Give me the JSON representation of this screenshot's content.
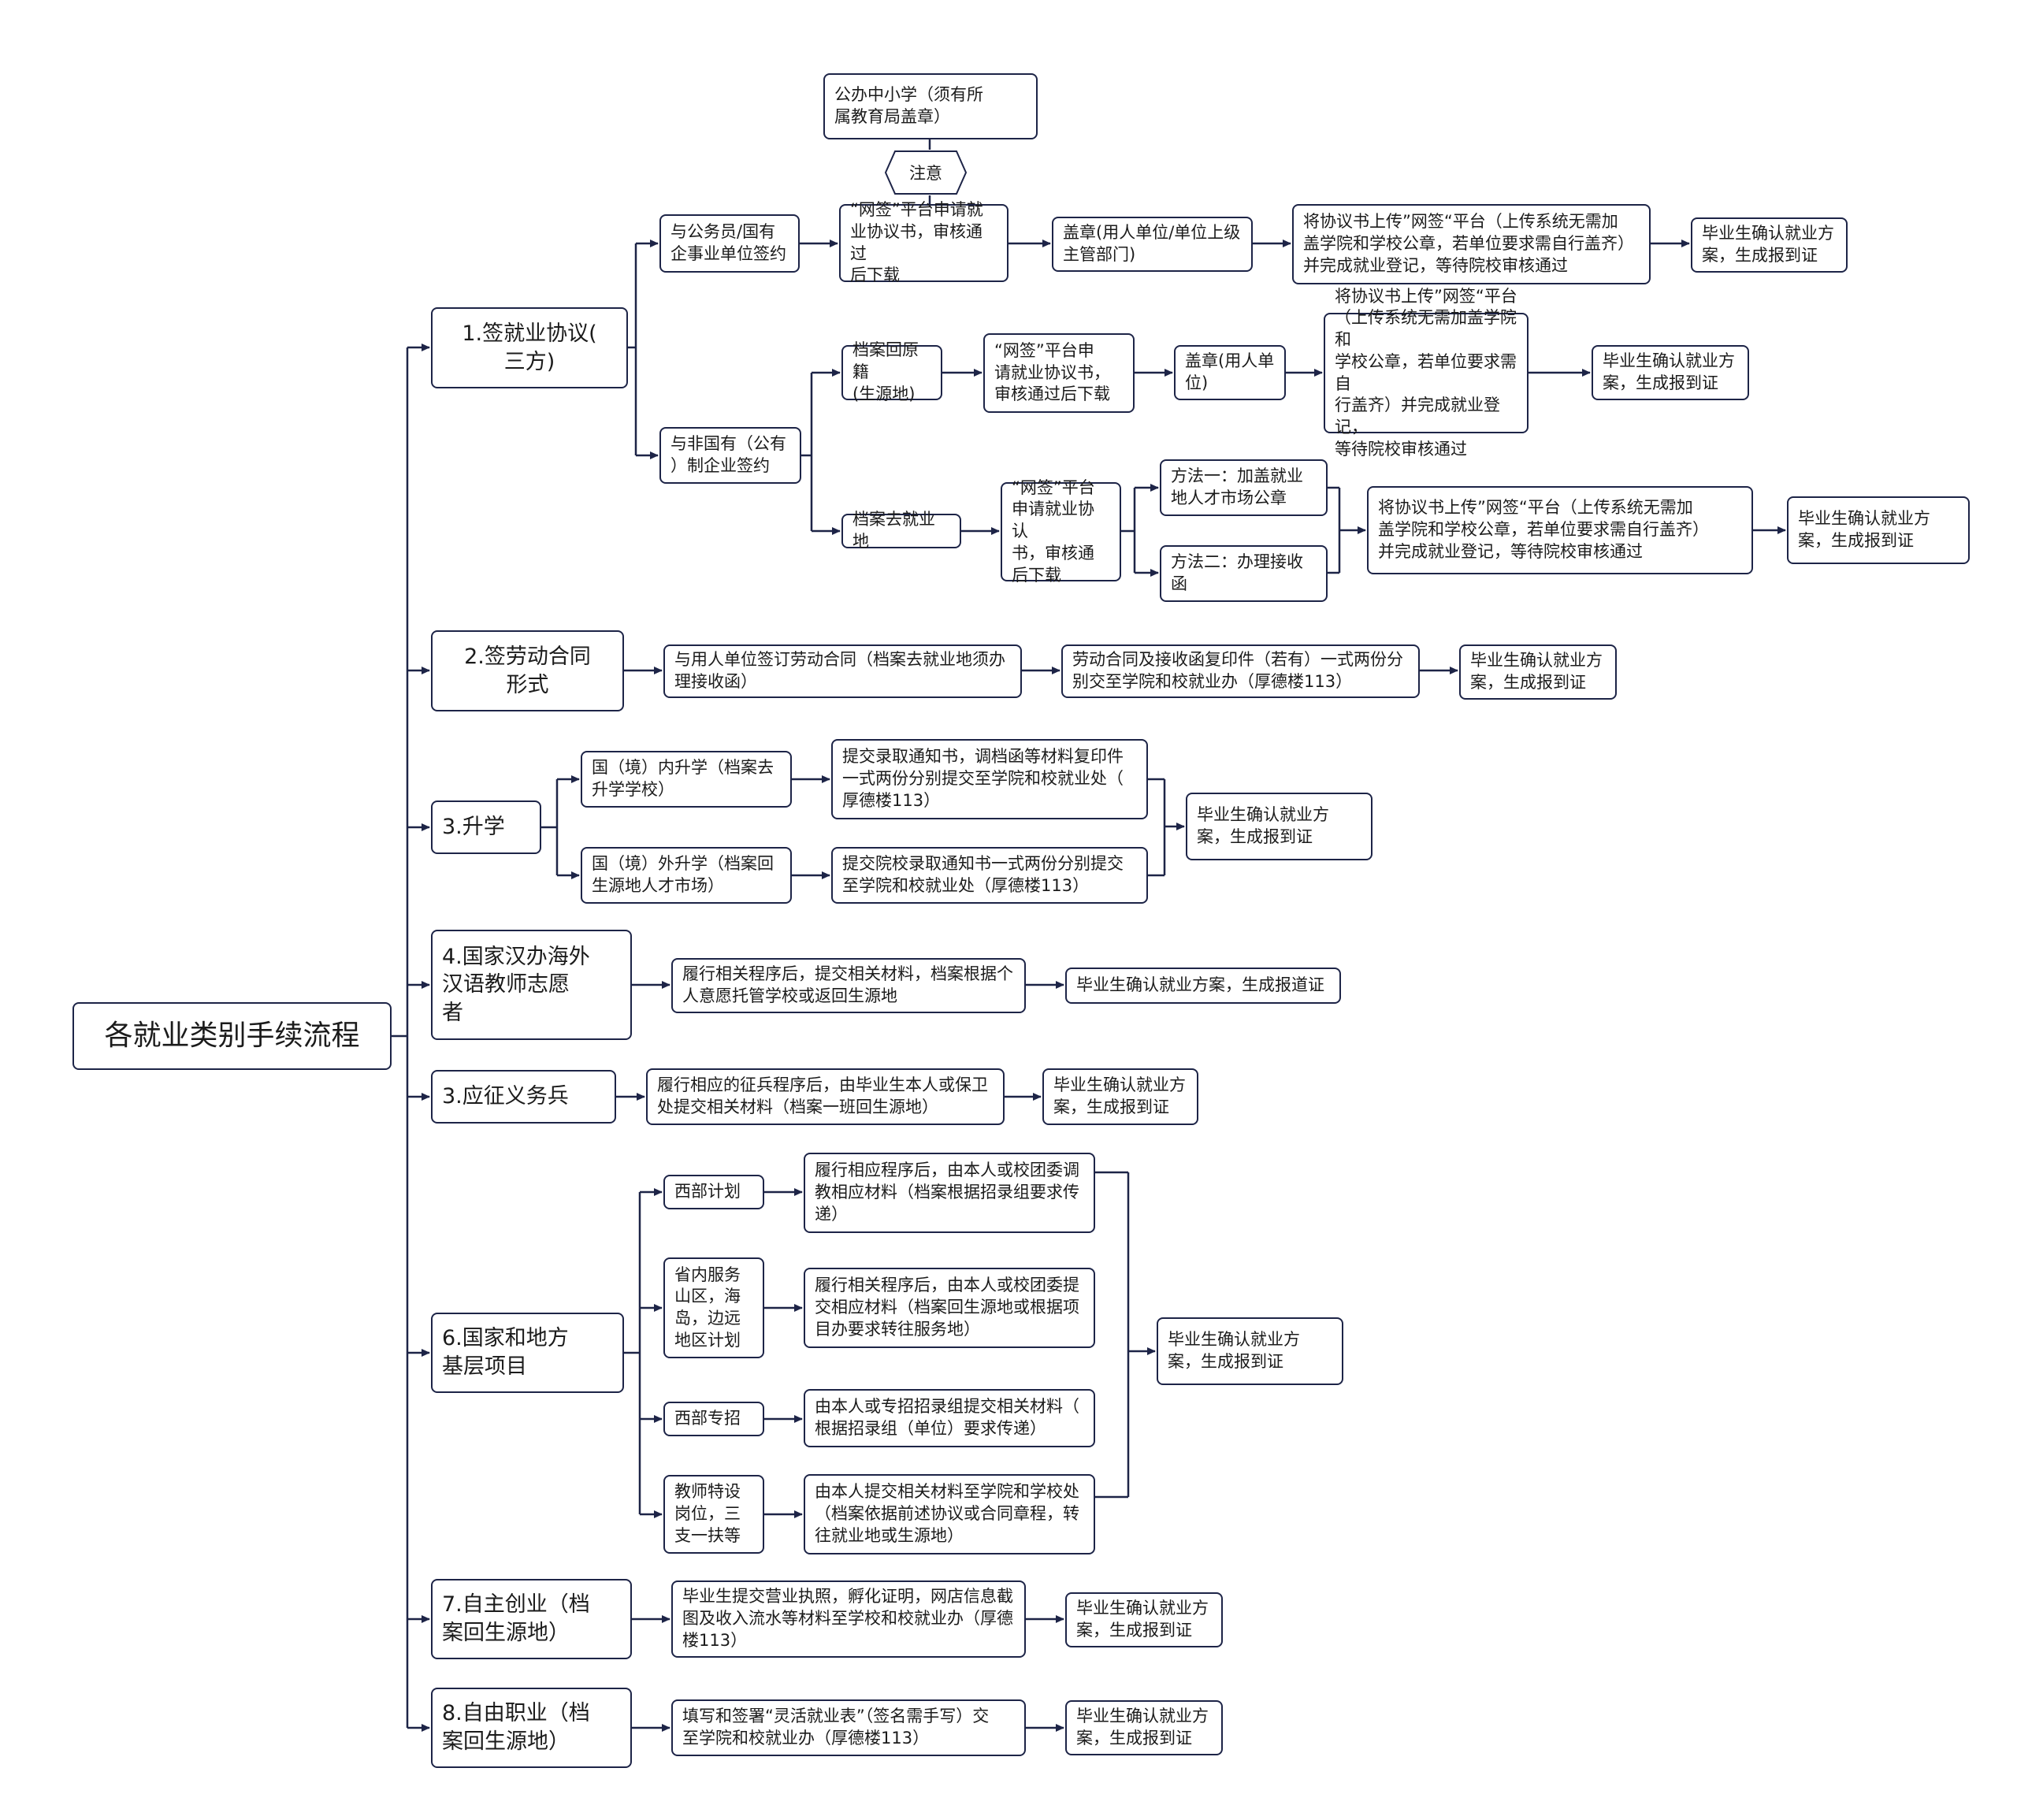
{
  "root": {
    "label": "各就业类别手续流程"
  },
  "nodes": {
    "n1": "1.签就业协议(\n三方)",
    "n1a": "与公务员/国有\n企事业单位签约",
    "n1a1": "“网签”平台申请就\n业协议书，审核通过\n后下载",
    "n1a_note_title": "公办中小学（须有所\n属教育局盖章）",
    "n1a_note_tag": "注意",
    "n1a2": "盖章(用人单位/单位上级\n主管部门)",
    "n1a3": "将协议书上传”网签“平台（上传系统无需加\n盖学院和学校公章，若单位要求需自行盖齐）\n并完成就业登记，等待院校审核通过",
    "n1a4": "毕业生确认就业方\n案，生成报到证",
    "n1b": "与非国有（公有\n）制企业签约",
    "n1b_r": "档案回原籍\n(生源地)",
    "n1b_r1": "“网签”平台申\n请就业协议书，\n审核通过后下载",
    "n1b_r2": "盖章(用人单\n位)",
    "n1b_r3": "将协议书上传”网签“平台\n（上传系统无需加盖学院和\n学校公章，若单位要求需自\n行盖齐）并完成就业登记，\n等待院校审核通过",
    "n1b_r4": "毕业生确认就业方\n案，生成报到证",
    "n1b_w": "档案去就业地",
    "n1b_w1": "“网签”平台\n申请就业协认\n书，审核通\n后下载",
    "n1b_m1": "方法一：加盖就业\n地人才市场公章",
    "n1b_m2": "方法二：办理接收\n函",
    "n1b_w3": "将协议书上传”网签“平台（上传系统无需加\n盖学院和学校公章，若单位要求需自行盖齐）\n并完成就业登记，等待院校审核通过",
    "n1b_w4": "毕业生确认就业方\n案，生成报到证",
    "n2": "2.签劳动合同\n形式",
    "n2a": "与用人单位签订劳动合同（档案去就业地须办\n理接收函）",
    "n2b": "劳动合同及接收函复印件（若有）一式两份分\n别交至学院和校就业办（厚德楼113）",
    "n2c": "毕业生确认就业方\n案，生成报到证",
    "n3": "3.升学",
    "n3a": "国（境）内升学（档案去\n升学学校）",
    "n3a1": "提交录取通知书，调档函等材料复印件\n一式两份分别提交至学院和校就业处（\n厚德楼113）",
    "n3b": "国（境）外升学（档案回\n生源地人才市场）",
    "n3b1": "提交院校录取通知书一式两份分别提交\n至学院和校就业处（厚德楼113）",
    "n3c": "毕业生确认就业方\n案，生成报到证",
    "n4": "4.国家汉办海外\n汉语教师志愿\n者",
    "n4a": "履行相关程序后，提交相关材料，档案根据个\n人意愿托管学校或返回生源地",
    "n4b": "毕业生确认就业方案，生成报道证",
    "n5": "3.应征义务兵",
    "n5a": "履行相应的征兵程序后，由毕业生本人或保卫\n处提交相关材料（档案一班回生源地）",
    "n5b": "毕业生确认就业方\n案，生成报到证",
    "n6": "6.国家和地方\n基层项目",
    "n6a": "西部计划",
    "n6a1": "履行相应程序后，由本人或校团委调\n教相应材料（档案根据招录组要求传\n递）",
    "n6b": "省内服务\n山区，海\n岛，边远\n地区计划",
    "n6b1": "履行相关程序后，由本人或校团委提\n交相应材料（档案回生源地或根据项\n目办要求转往服务地）",
    "n6c": "西部专招",
    "n6c1": "由本人或专招招录组提交相关材料（\n根据招录组（单位）要求传递）",
    "n6d": "教师特设\n岗位，三\n支一扶等",
    "n6d1": "由本人提交相关材料至学院和学校处\n（档案依据前述协议或合同章程，转\n往就业地或生源地）",
    "n6e": "毕业生确认就业方\n案，生成报到证",
    "n7": "7.自主创业（档\n案回生源地）",
    "n7a": "毕业生提交营业执照，孵化证明，网店信息截\n图及收入流水等材料至学校和校就业办（厚德\n楼113）",
    "n7b": "毕业生确认就业方\n案，生成报到证",
    "n8": "8.自由职业（档\n案回生源地）",
    "n8a": "填写和签署“灵活就业表”（签名需手写）交\n至学院和校就业办（厚德楼113）",
    "n8b": "毕业生确认就业方\n案，生成报到证"
  },
  "colors": {
    "line": "#1d2447",
    "border": "#1d2447",
    "text": "#1b1b1b",
    "background": "#ffffff"
  }
}
